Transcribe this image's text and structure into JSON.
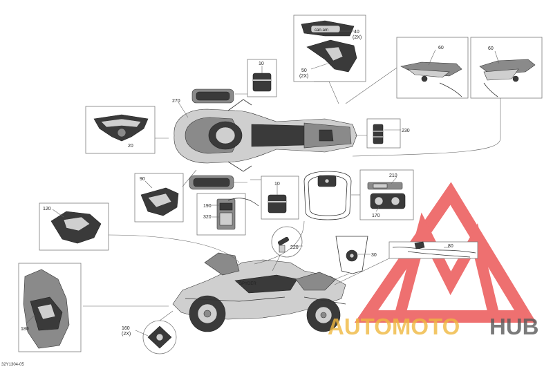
{
  "diagram_id": "32Y1304-05",
  "callouts": {
    "c10a": "10",
    "c10b": "10",
    "c20": "20",
    "c30": "30",
    "c40": "40",
    "c40q": "(2X)",
    "c50": "50",
    "c50q": "(2X)",
    "c60a": "60",
    "c60b": "60",
    "c80": "80",
    "c90": "90",
    "c120": "120",
    "c160": "160",
    "c160q": "(2X)",
    "c170": "170",
    "c180": "180",
    "c190": "190",
    "c210": "210",
    "c220": "220",
    "c230": "230",
    "c270": "270",
    "c320": "320"
  },
  "decal_text": {
    "sticker_brand": "can-am",
    "side_brand": "SPYDER"
  },
  "watermark": {
    "part1": "AUTOMOTO",
    "part2": "HUB",
    "color_primary": "#e83a3a",
    "color_secondary": "#f0b840",
    "color_text_dark": "#5a5a5a"
  }
}
